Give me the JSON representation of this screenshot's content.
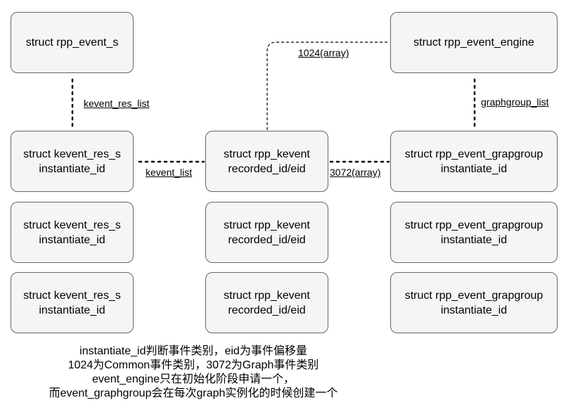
{
  "nodes": {
    "rpp_event_s": {
      "line1": "struct rpp_event_s"
    },
    "rpp_event_engine": {
      "line1": "struct rpp_event_engine"
    },
    "kevent_res": [
      {
        "line1": "struct kevent_res_s",
        "line2": "instantiate_id"
      },
      {
        "line1": "struct kevent_res_s",
        "line2": "instantiate_id"
      },
      {
        "line1": "struct kevent_res_s",
        "line2": "instantiate_id"
      }
    ],
    "rpp_kevent": [
      {
        "line1": "struct rpp_kevent",
        "line2": "recorded_id/eid"
      },
      {
        "line1": "struct rpp_kevent",
        "line2": "recorded_id/eid"
      },
      {
        "line1": "struct rpp_kevent",
        "line2": "recorded_id/eid"
      }
    ],
    "grapgroup": [
      {
        "line1": "struct rpp_event_grapgroup",
        "line2": "instantiate_id"
      },
      {
        "line1": "struct rpp_event_grapgroup",
        "line2": "instantiate_id"
      },
      {
        "line1": "struct rpp_event_grapgroup",
        "line2": "instantiate_id"
      }
    ]
  },
  "edges": {
    "kevent_res_list": "kevent_res_list",
    "array_1024": "1024(array)",
    "graphgroup_list": "graphgroup_list",
    "kevent_list": "kevent_list",
    "array_3072": "3072(array)"
  },
  "notes": [
    "instantiate_id判断事件类别，eid为事件偏移量",
    "1024为Common事件类别，3072为Graph事件类别",
    "event_engine只在初始化阶段申请一个，",
    "而event_graphgroup会在每次graph实例化的时候创建一个"
  ],
  "colors": {
    "box_fill": "#f5f5f5",
    "box_border": "#666666",
    "connector": "#000000"
  }
}
